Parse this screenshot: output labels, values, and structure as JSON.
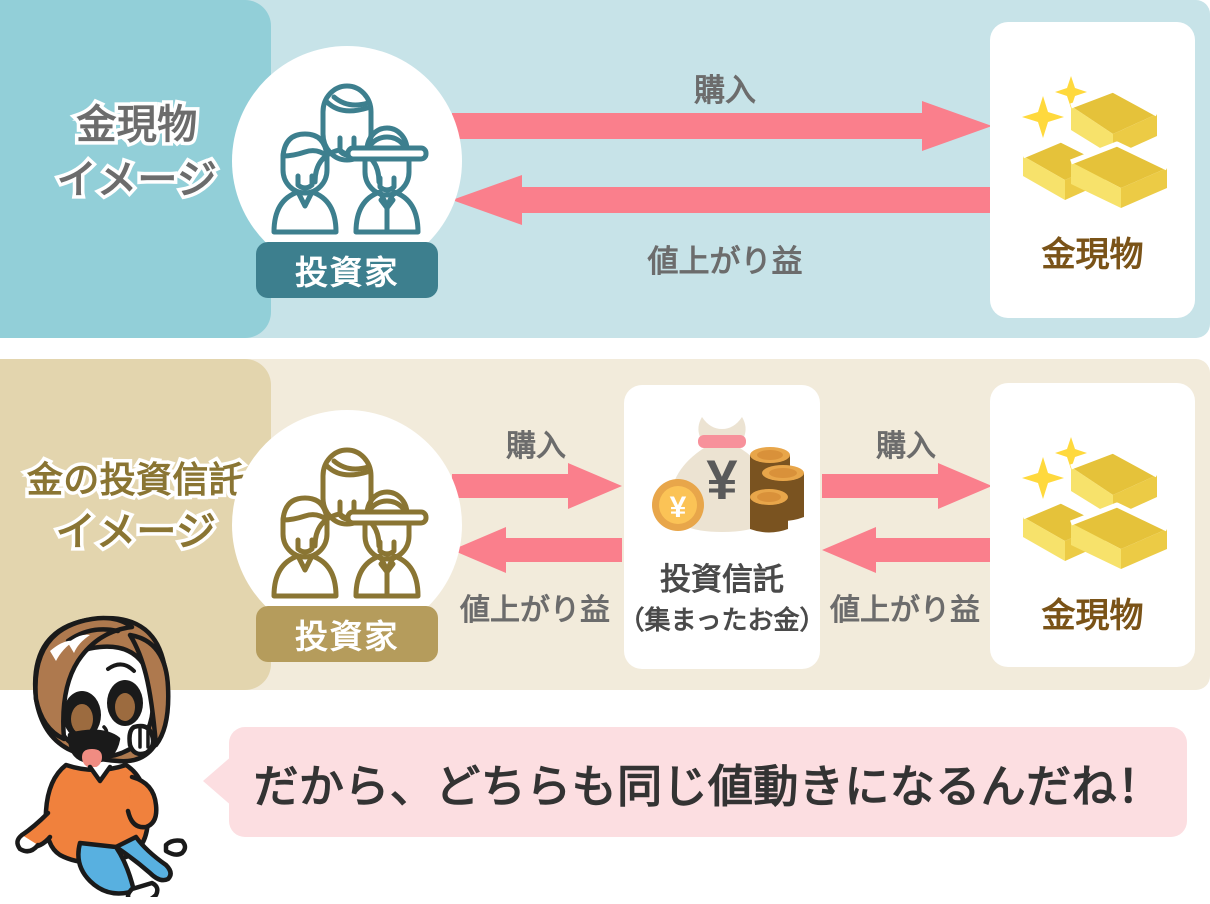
{
  "colors": {
    "panel_gold_tab": "#92cfd8",
    "panel_gold_bg": "#c7e3e8",
    "panel_fund_tab": "#e3d5ae",
    "panel_fund_bg": "#f2ebdb",
    "arrow_pink": "#fa7f8c",
    "bubble_pink": "#fcdee1",
    "badge_teal": "#3d7f8e",
    "badge_gold": "#b59c5c",
    "gold_text": "#7a5318",
    "label_gray": "#6c6c6c"
  },
  "panel_gold": {
    "title_line1": "金現物",
    "title_line2": "イメージ",
    "investor_badge": "投資家",
    "arrow_buy_label": "購入",
    "arrow_gain_label": "値上がり益",
    "gold_card_label": "金現物"
  },
  "panel_fund": {
    "title_line1": "金の投資信託",
    "title_line2": "イメージ",
    "investor_badge": "投資家",
    "arrow_buy_left_label": "購入",
    "arrow_gain_left_label": "値上がり益",
    "arrow_buy_right_label": "購入",
    "arrow_gain_right_label": "値上がり益",
    "fund_card_label": "投資信託",
    "fund_card_sublabel": "（集まったお金）",
    "gold_card_label": "金現物"
  },
  "speech": {
    "text": "だから、どちらも同じ値動きになるんだね！"
  },
  "icons": {
    "investors": "three-people-icon",
    "gold_bars": "gold-bars-icon",
    "money_bag": "money-bag-yen-icon",
    "character": "girl-character-illustration",
    "sparkle": "sparkle-icon",
    "yen_coin": "yen-coin-icon"
  }
}
